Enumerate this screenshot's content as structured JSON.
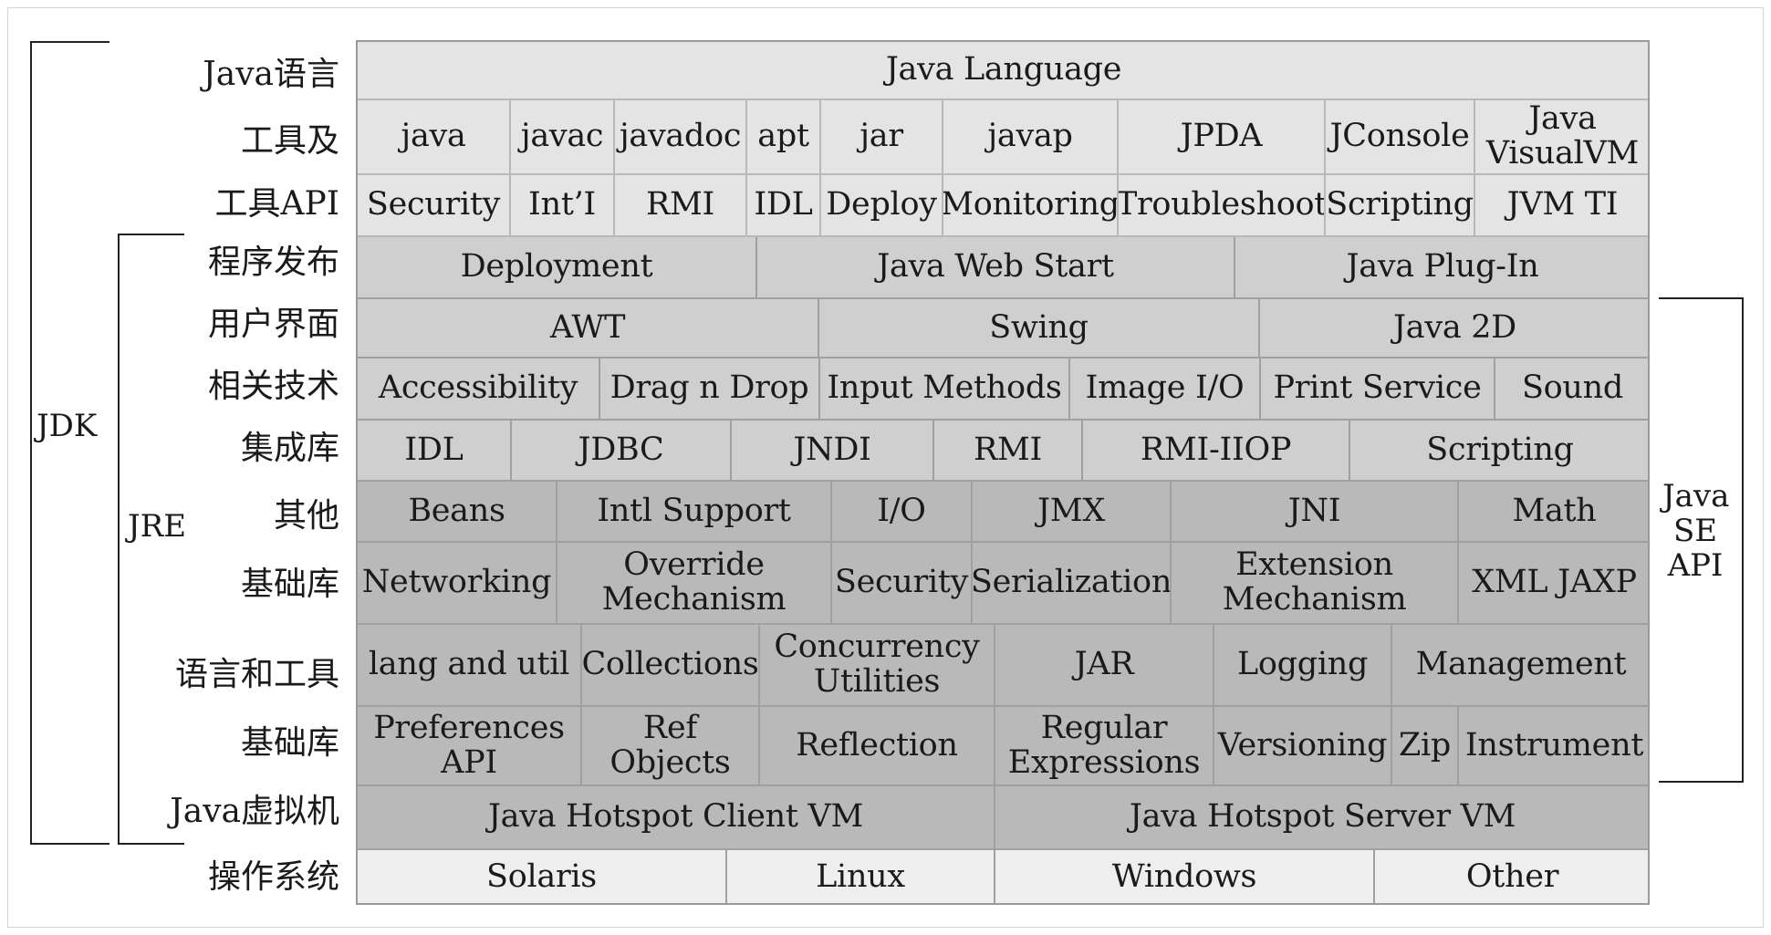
{
  "brackets": {
    "jdk": "JDK",
    "jre": "JRE",
    "java_se_api": "Java\nSE\nAPI"
  },
  "row_labels": [
    "Java语言",
    "工具及",
    "工具API",
    "程序发布",
    "用户界面",
    "相关技术",
    "集成库",
    "其他",
    "基础库",
    "语言和工具",
    "基础库",
    "Java虚拟机",
    "操作系统"
  ],
  "rows": [
    {
      "tone": "light",
      "cells": [
        "Java Language"
      ]
    },
    {
      "tone": "light",
      "cells": [
        "java",
        "javac",
        "javadoc",
        "apt",
        "jar",
        "javap",
        "JPDA",
        "JConsole",
        "Java\nVisualVM"
      ]
    },
    {
      "tone": "light",
      "cells": [
        "Security",
        "Int’I",
        "RMI",
        "IDL",
        "Deploy",
        "Monitoring",
        "Troubleshoot",
        "Scripting",
        "JVM TI"
      ]
    },
    {
      "tone": "mid",
      "cells": [
        "Deployment",
        "Java Web Start",
        "Java Plug-In"
      ]
    },
    {
      "tone": "mid",
      "cells": [
        "AWT",
        "Swing",
        "Java 2D"
      ]
    },
    {
      "tone": "mid",
      "cells": [
        "Accessibility",
        "Drag n Drop",
        "Input Methods",
        "Image I/O",
        "Print Service",
        "Sound"
      ]
    },
    {
      "tone": "mid",
      "cells": [
        "IDL",
        "JDBC",
        "JNDI",
        "RMI",
        "RMI-IIOP",
        "Scripting"
      ]
    },
    {
      "tone": "dark",
      "cells": [
        "Beans",
        "Intl Support",
        "I/O",
        "JMX",
        "JNI",
        "Math"
      ]
    },
    {
      "tone": "dark",
      "cells": [
        "Networking",
        "Override\nMechanism",
        "Security",
        "Serialization",
        "Extension\nMechanism",
        "XML JAXP"
      ]
    },
    {
      "tone": "dark",
      "cells": [
        "lang and util",
        "Collections",
        "Concurrency\nUtilities",
        "JAR",
        "Logging",
        "Management"
      ]
    },
    {
      "tone": "dark",
      "cells": [
        "Preferences\nAPI",
        "Ref\nObjects",
        "Reflection",
        "Regular\nExpressions",
        "Versioning",
        "Zip",
        "Instrument"
      ]
    },
    {
      "tone": "dark",
      "cells": [
        "Java Hotspot Client VM",
        "Java Hotspot Server VM"
      ]
    },
    {
      "tone": "os",
      "cells": [
        "Solaris",
        "Linux",
        "Windows",
        "Other"
      ]
    }
  ]
}
